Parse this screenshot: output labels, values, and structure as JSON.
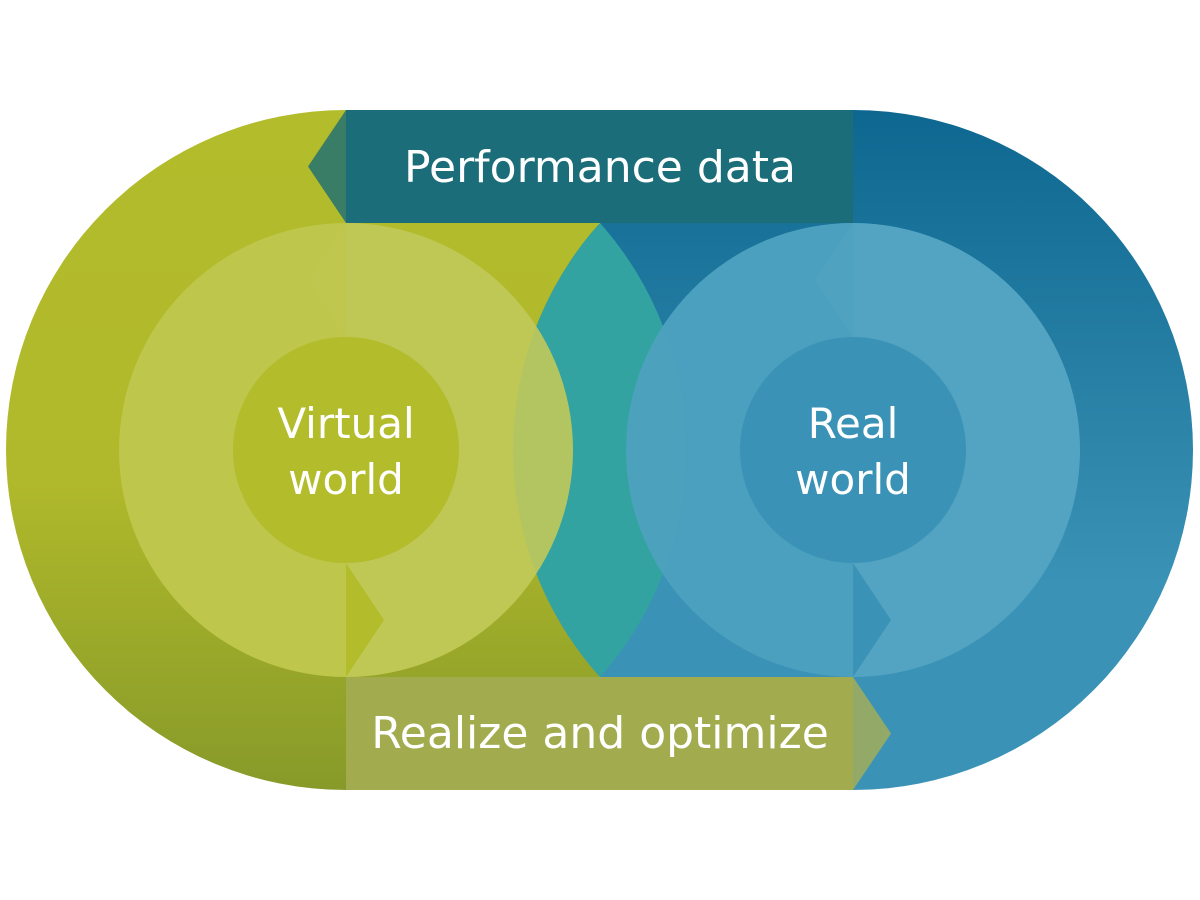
{
  "diagram": {
    "top_arrow": {
      "label": "Performance data"
    },
    "bottom_arrow": {
      "label": "Realize and optimize"
    },
    "left_loop": {
      "title_line1": "Virtual",
      "title_line2": "world"
    },
    "right_loop": {
      "title_line1": "Real",
      "title_line2": "world"
    }
  },
  "colors": {
    "green_light": "#b3bc2b",
    "green_dark": "#8a9a2a",
    "blue_light": "#3a93b6",
    "blue_dark": "#0d6790",
    "overlap_teal": "#33a3a2",
    "top_arrow_fill": "#1e6f74",
    "bottom_arrow_fill": "#a6ae57",
    "inner_green": "#c1c95a",
    "inner_blue": "#55a6c3"
  }
}
